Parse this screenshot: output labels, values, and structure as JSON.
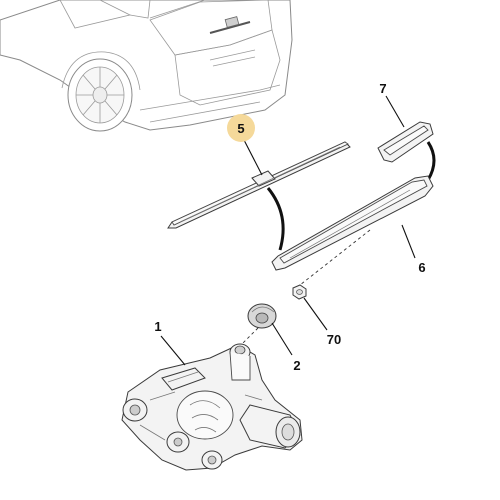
{
  "callouts": [
    {
      "id": "5",
      "label": "5",
      "highlight_color": "#f5d99a"
    },
    {
      "id": "7",
      "label": "7"
    },
    {
      "id": "6",
      "label": "6"
    },
    {
      "id": "1",
      "label": "1"
    },
    {
      "id": "2",
      "label": "2"
    },
    {
      "id": "70",
      "label": "70"
    }
  ],
  "colors": {
    "outline": "#3b3b3b",
    "callout_highlight": "#f5d99a",
    "car_outline": "#8a8a8a"
  }
}
